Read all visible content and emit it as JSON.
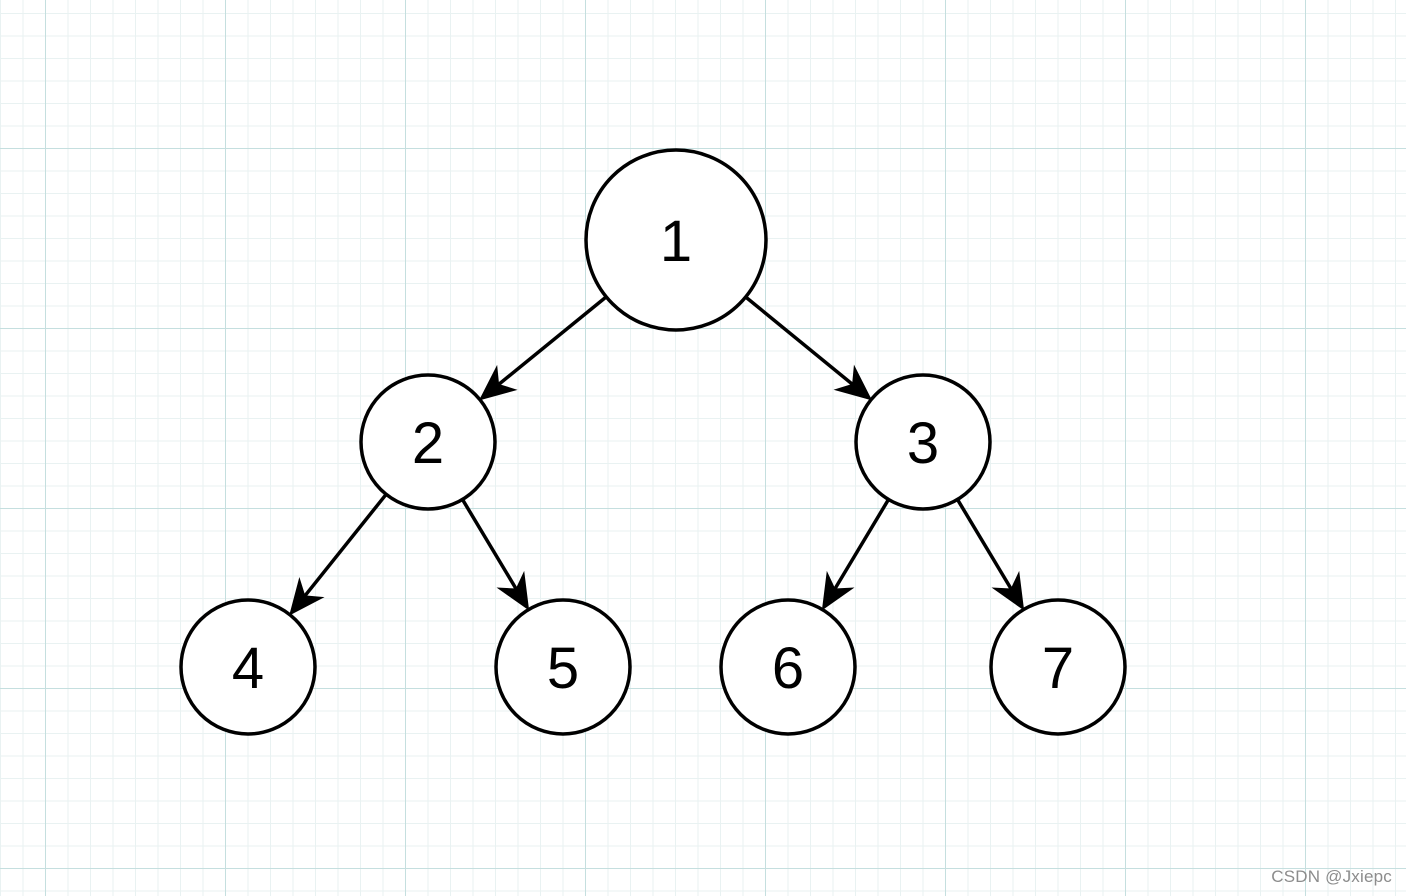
{
  "diagram": {
    "type": "binary-tree",
    "nodes": [
      {
        "id": "1",
        "label": "1"
      },
      {
        "id": "2",
        "label": "2"
      },
      {
        "id": "3",
        "label": "3"
      },
      {
        "id": "4",
        "label": "4"
      },
      {
        "id": "5",
        "label": "5"
      },
      {
        "id": "6",
        "label": "6"
      },
      {
        "id": "7",
        "label": "7"
      }
    ],
    "edges": [
      {
        "from": "1",
        "to": "2"
      },
      {
        "from": "1",
        "to": "3"
      },
      {
        "from": "2",
        "to": "4"
      },
      {
        "from": "2",
        "to": "5"
      },
      {
        "from": "3",
        "to": "6"
      },
      {
        "from": "3",
        "to": "7"
      }
    ]
  },
  "watermark": "CSDN @Jxiepc",
  "colors": {
    "stroke": "#000000",
    "node_fill": "#ffffff",
    "grid_major": "#c5dfdf",
    "grid_minor": "#e9f2f2",
    "watermark": "#8c8c8c"
  }
}
